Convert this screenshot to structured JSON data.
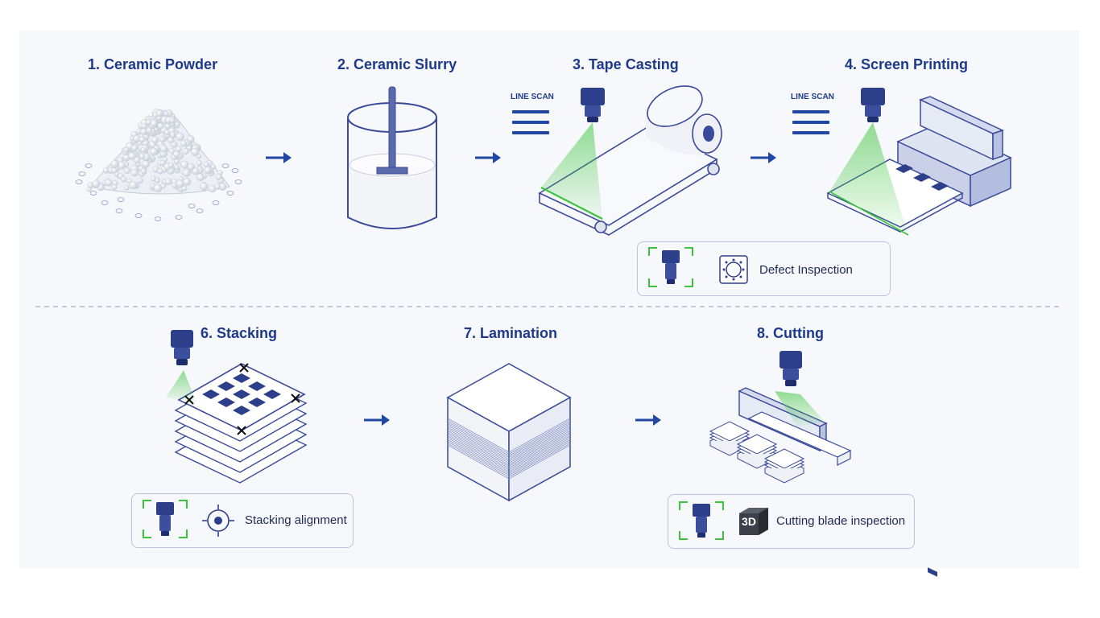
{
  "steps": {
    "s1": "1. Ceramic Powder",
    "s2": "2. Ceramic Slurry",
    "s3": "3. Tape Casting",
    "s4": "4. Screen Printing",
    "s6": "6. Stacking",
    "s7": "7. Lamination",
    "s8": "8. Cutting"
  },
  "scan_labels": {
    "tape": "LINE SCAN",
    "screen": "LINE SCAN"
  },
  "callouts": {
    "defect": "Defect Inspection",
    "stacking": "Stacking alignment",
    "cutting": "Cutting blade inspection"
  },
  "icons": {
    "badge_3d": "3D"
  },
  "colors": {
    "title": "#1d3a8a",
    "line": "#3a4a9a",
    "beam": "#3cc43c",
    "arrow": "#1f47a3"
  }
}
